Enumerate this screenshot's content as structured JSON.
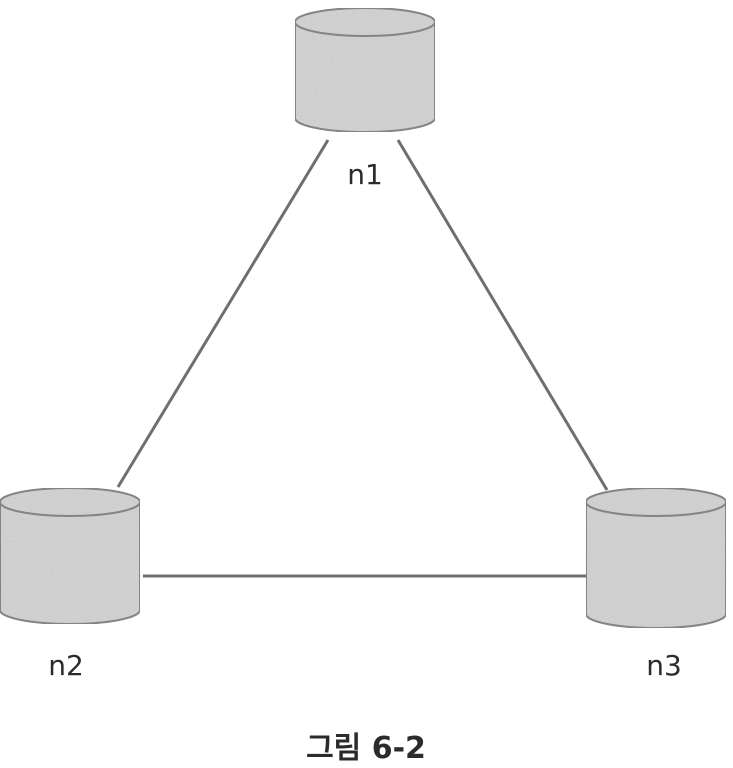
{
  "diagram": {
    "nodes": [
      {
        "id": "n1",
        "label": "n1"
      },
      {
        "id": "n2",
        "label": "n2"
      },
      {
        "id": "n3",
        "label": "n3"
      }
    ],
    "edges": [
      {
        "from": "n1",
        "to": "n2"
      },
      {
        "from": "n1",
        "to": "n3"
      },
      {
        "from": "n2",
        "to": "n3"
      }
    ],
    "caption": "그림 6-2"
  },
  "colors": {
    "node_fill": "#d8d8d8",
    "node_rim": "#8a8a8a",
    "edge": "#6f6f6f",
    "text": "#2b2b2b"
  }
}
